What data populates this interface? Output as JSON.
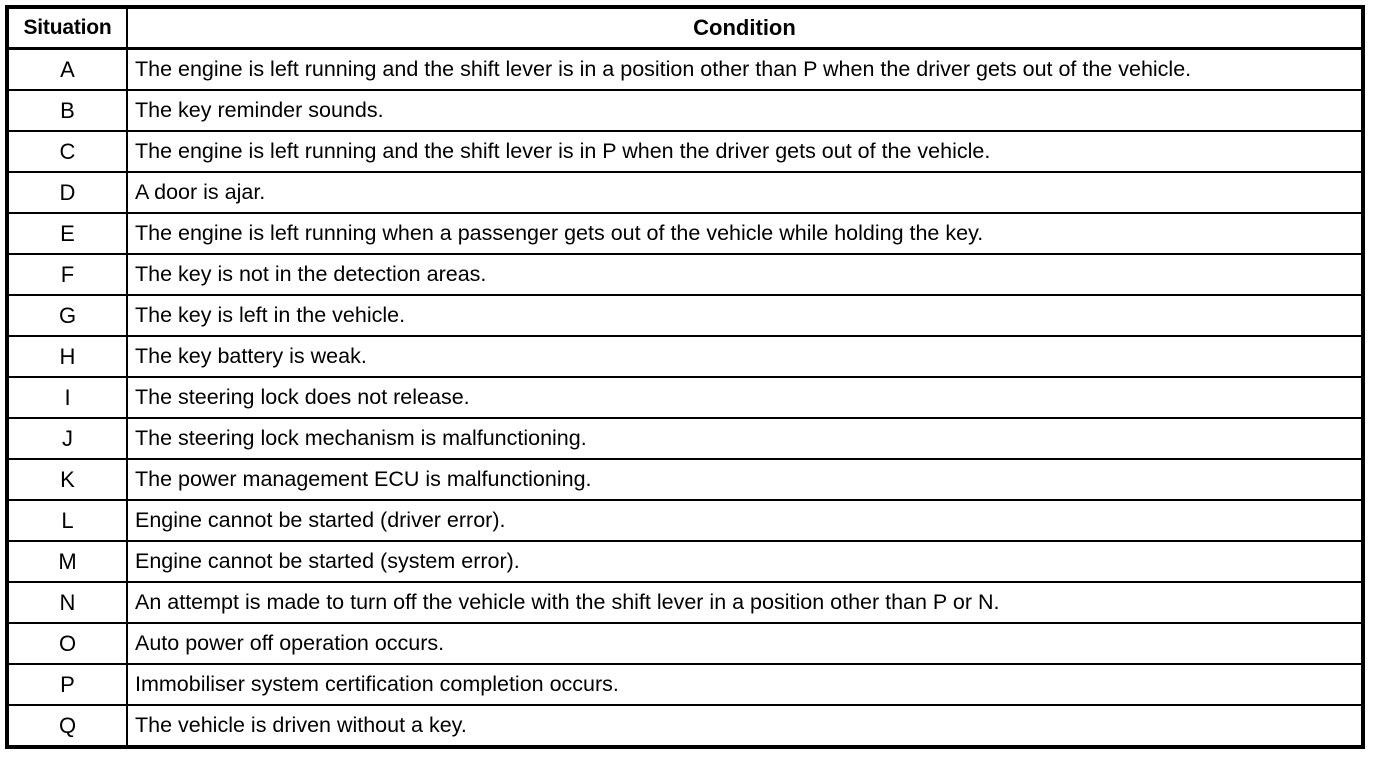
{
  "table": {
    "columns": {
      "situation": "Situation",
      "condition": "Condition"
    },
    "rows": [
      {
        "situation": "A",
        "condition": "The engine is left running and the shift lever is in a position other than P when the driver gets out of the vehicle."
      },
      {
        "situation": "B",
        "condition": "The key reminder sounds."
      },
      {
        "situation": "C",
        "condition": "The engine is left running and the shift lever is in P when the driver gets out of the vehicle."
      },
      {
        "situation": "D",
        "condition": "A door is ajar."
      },
      {
        "situation": "E",
        "condition": "The engine is left running when a passenger gets out of the vehicle while holding the key."
      },
      {
        "situation": "F",
        "condition": "The key is not in the detection areas."
      },
      {
        "situation": "G",
        "condition": "The key is left in the vehicle."
      },
      {
        "situation": "H",
        "condition": "The key battery is weak."
      },
      {
        "situation": "I",
        "condition": "The steering lock does not release."
      },
      {
        "situation": "J",
        "condition": "The steering lock mechanism is malfunctioning."
      },
      {
        "situation": "K",
        "condition": "The power management ECU is malfunctioning."
      },
      {
        "situation": "L",
        "condition": "Engine cannot be started (driver error)."
      },
      {
        "situation": "M",
        "condition": "Engine cannot be started (system error)."
      },
      {
        "situation": "N",
        "condition": "An attempt is made to turn off the vehicle with the shift lever in a position other than P or N."
      },
      {
        "situation": "O",
        "condition": "Auto power off operation occurs."
      },
      {
        "situation": "P",
        "condition": "Immobiliser system certification completion occurs."
      },
      {
        "situation": "Q",
        "condition": "The vehicle is driven without a key."
      }
    ]
  }
}
